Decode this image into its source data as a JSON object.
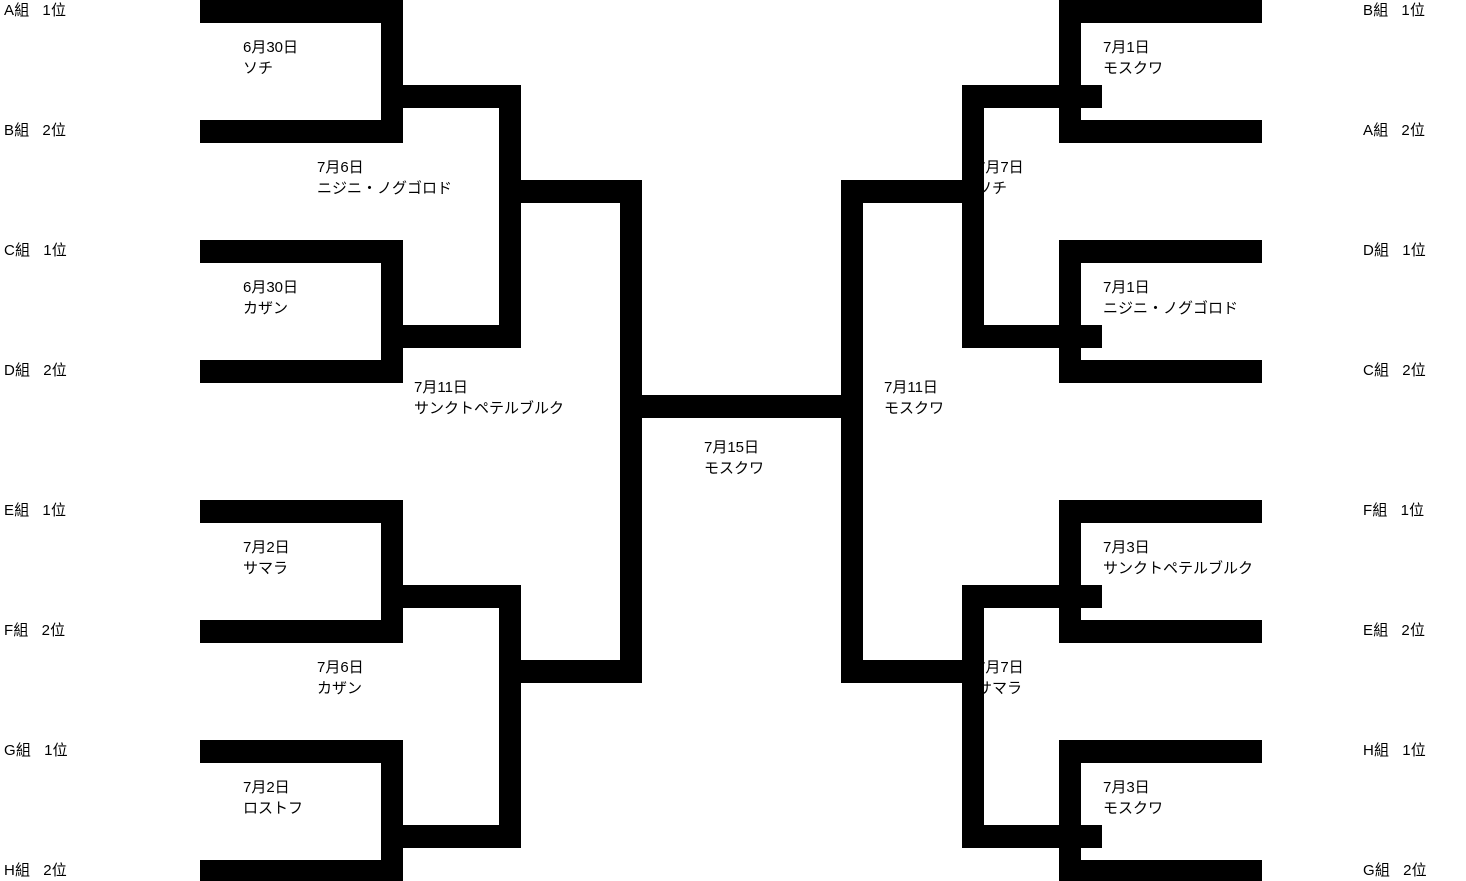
{
  "meta": {
    "background": "#ffffff",
    "line_color": "#000000",
    "text_color": "#000000"
  },
  "bracket": {
    "left_slots": [
      {
        "group": "A組",
        "rank": "1位"
      },
      {
        "group": "B組",
        "rank": "2位"
      },
      {
        "group": "C組",
        "rank": "1位"
      },
      {
        "group": "D組",
        "rank": "2位"
      },
      {
        "group": "E組",
        "rank": "1位"
      },
      {
        "group": "F組",
        "rank": "2位"
      },
      {
        "group": "G組",
        "rank": "1位"
      },
      {
        "group": "H組",
        "rank": "2位"
      }
    ],
    "right_slots": [
      {
        "group": "B組",
        "rank": "1位"
      },
      {
        "group": "A組",
        "rank": "2位"
      },
      {
        "group": "D組",
        "rank": "1位"
      },
      {
        "group": "C組",
        "rank": "2位"
      },
      {
        "group": "F組",
        "rank": "1位"
      },
      {
        "group": "E組",
        "rank": "2位"
      },
      {
        "group": "H組",
        "rank": "1位"
      },
      {
        "group": "G組",
        "rank": "2位"
      }
    ],
    "left_round16": [
      {
        "date": "6月30日",
        "venue": "ソチ"
      },
      {
        "date": "6月30日",
        "venue": "カザン"
      },
      {
        "date": "7月2日",
        "venue": "サマラ"
      },
      {
        "date": "7月2日",
        "venue": "ロストフ"
      }
    ],
    "right_round16": [
      {
        "date": "7月1日",
        "venue": "モスクワ"
      },
      {
        "date": "7月1日",
        "venue": "ニジニ・ノグゴロド"
      },
      {
        "date": "7月3日",
        "venue": "サンクトペテルブルク"
      },
      {
        "date": "7月3日",
        "venue": "モスクワ"
      }
    ],
    "left_quarterfinals": [
      {
        "date": "7月6日",
        "venue": "ニジニ・ノグゴロド"
      },
      {
        "date": "7月6日",
        "venue": "カザン"
      }
    ],
    "right_quarterfinals": [
      {
        "date": "7月7日",
        "venue": "ソチ"
      },
      {
        "date": "7月7日",
        "venue": "サマラ"
      }
    ],
    "left_semifinal": {
      "date": "7月11日",
      "venue": "サンクトペテルブルク"
    },
    "right_semifinal": {
      "date": "7月11日",
      "venue": "モスクワ"
    },
    "final": {
      "date": "7月15日",
      "venue": "モスクワ"
    }
  }
}
